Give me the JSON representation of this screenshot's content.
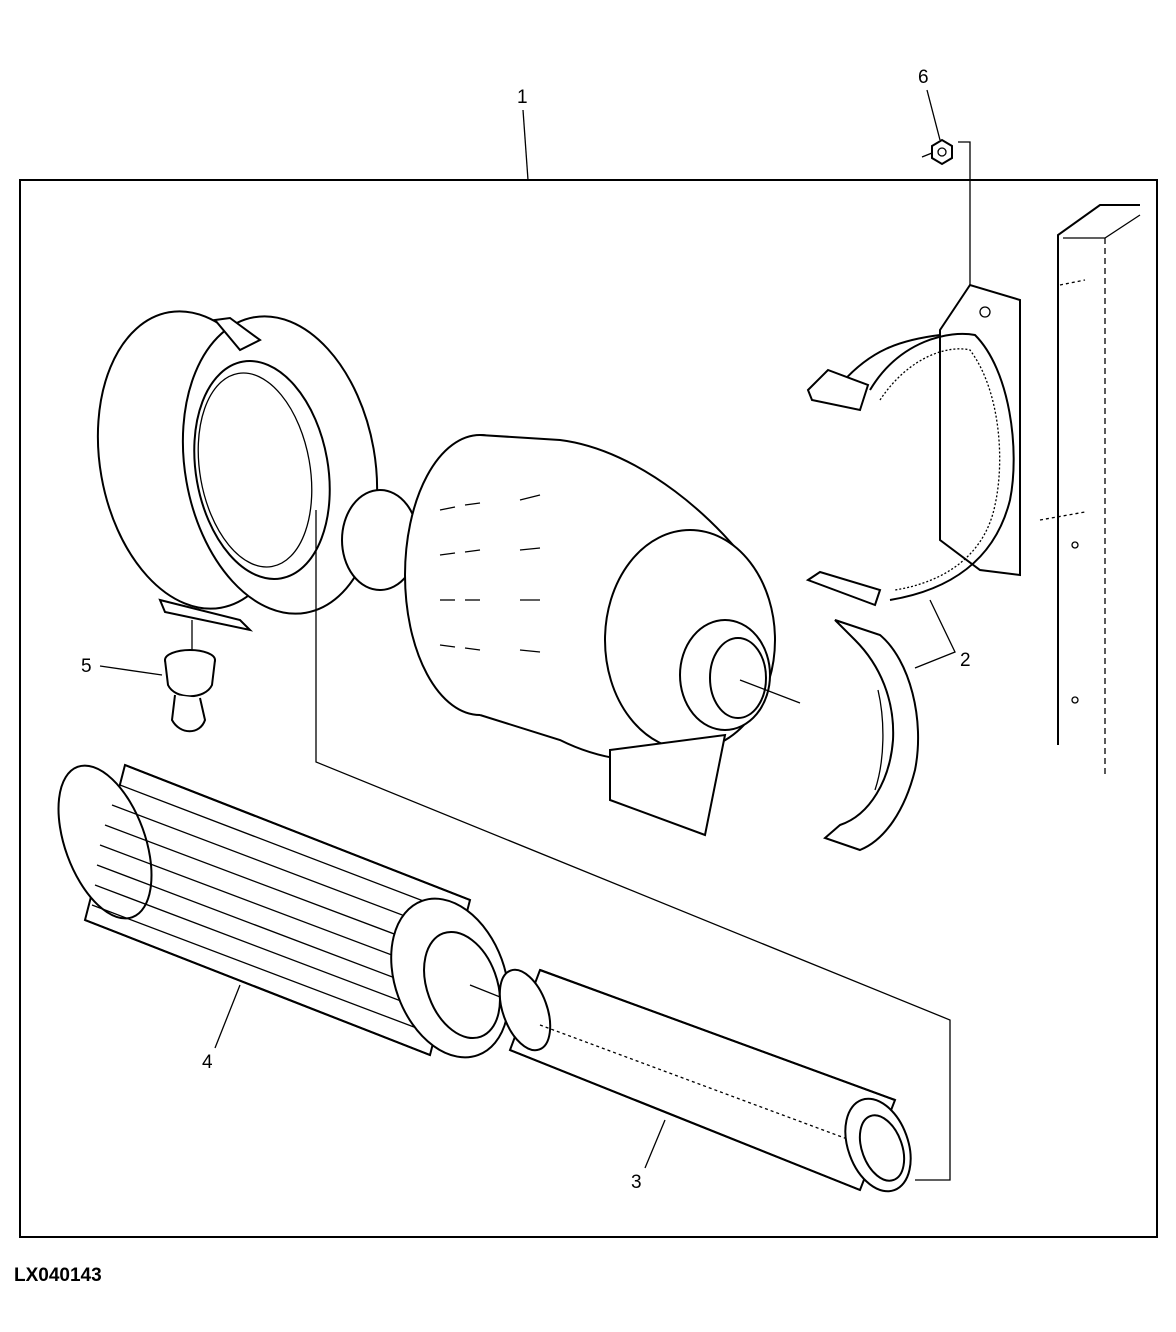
{
  "figure_id": "LX040143",
  "callouts": {
    "c1": "1",
    "c2": "2",
    "c3": "3",
    "c4": "4",
    "c5": "5",
    "c6": "6"
  }
}
